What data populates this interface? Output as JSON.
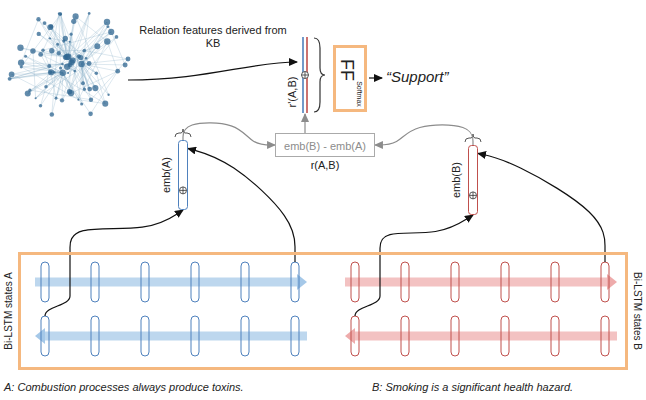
{
  "diagram": {
    "nodes": [
      {
        "text": [
          "r'(A,B)"
        ]
      },
      {
        "text": [
          "FF",
          "Softmax"
        ]
      },
      {
        "text": [
          "emb(A)"
        ]
      },
      {
        "text": [
          "emb(B) - emb(A)",
          "r(A,B)"
        ]
      },
      {
        "text": [
          "emb(B)"
        ]
      },
      {
        "text": [
          "Bi-LSTM states A",
          "Bi-LSTM states B"
        ]
      }
    ],
    "edges": [
      {
        "from": 5,
        "to": 2,
        "arrow": "to"
      },
      {
        "from": 5,
        "to": 2,
        "arrow": "to"
      },
      {
        "from": 5,
        "to": 4,
        "arrow": "to"
      },
      {
        "from": 5,
        "to": 4,
        "arrow": "to"
      },
      {
        "from": 2,
        "to": 3,
        "arrow": "to"
      },
      {
        "from": 4,
        "to": 3,
        "arrow": "to"
      },
      {
        "from": 3,
        "to": 0,
        "arrow": "to"
      }
    ],
    "labels": [
      "Relation features derived from KB",
      "“Support”",
      "A: Combustion processes always produce toxins.",
      "B: Smoking is a significant health hazard."
    ]
  }
}
